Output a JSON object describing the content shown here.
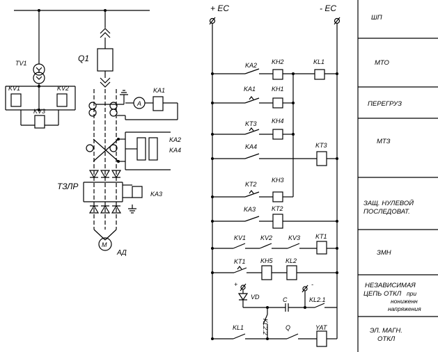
{
  "left": {
    "tv1": "TV1",
    "kv1": "KV1",
    "kv2": "KV2",
    "kv3": "KV3",
    "q1": "Q1",
    "ka1": "KA1",
    "ammeter": "A",
    "ka2": "KA2",
    "ka4": "KA4",
    "tzlr": "ТЗЛР",
    "ka3": "KA3",
    "motor": "М",
    "ad": "АД"
  },
  "right": {
    "plus_ec": "+ EC",
    "minus_ec": "- EC",
    "ka2": "KA2",
    "kh2": "KH2",
    "kl1": "KL1",
    "ka1": "KA1",
    "kh1": "KH1",
    "kt3": "KT3",
    "kh4": "KH4",
    "ka4": "KA4",
    "kt3_coil": "KT3",
    "kt2": "KT2",
    "kh3": "KH3",
    "ka3": "KA3",
    "kt2_coil": "KT2",
    "kv1": "KV1",
    "kv2": "KV2",
    "kv3": "KV3",
    "kt1": "KT1",
    "kt1_contact": "KT1",
    "kh5": "KH5",
    "kl2": "KL2",
    "plus": "+",
    "minus": "-",
    "vd": "VD",
    "c": "C",
    "kl21": "KL2.1",
    "kl22": "KL2.2",
    "kl1_contact": "KL1",
    "q": "Q",
    "yat": "YAT"
  },
  "sections": {
    "shp": "ШП",
    "mto": "МТО",
    "peregruz": "ПЕРЕГРУЗ",
    "mtz": "МТЗ",
    "zero_1": "ЗАЩ. НУЛЕВОЙ",
    "zero_2": "ПОСЛЕДОВАТ.",
    "zmn": "ЗМН",
    "indep_1": "НЕЗАВИСИМАЯ",
    "indep_2a": "ЦЕПЬ ОТКЛ",
    "indep_2b": "при",
    "indep_3": "нониженн",
    "indep_4": "напряжения",
    "em_1": "ЭЛ. МАГН.",
    "em_2": "ОТКЛ"
  }
}
